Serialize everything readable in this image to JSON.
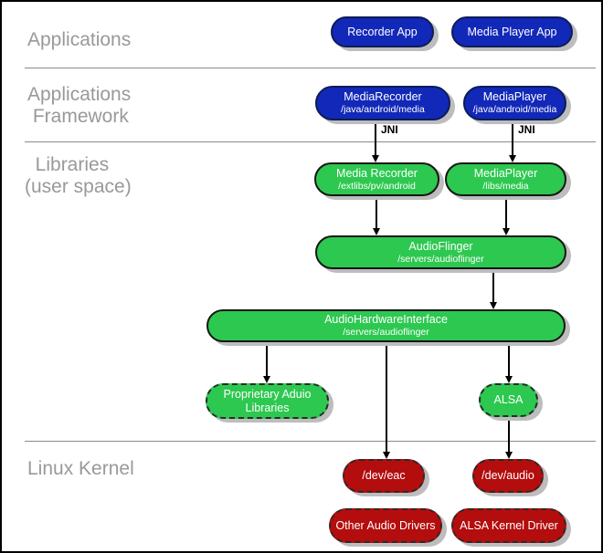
{
  "sections": [
    {
      "id": "applications",
      "lines": [
        "Applications",
        ""
      ]
    },
    {
      "id": "applications-framework",
      "lines": [
        "Applications",
        " Framework"
      ]
    },
    {
      "id": "libraries-user-space",
      "lines": [
        "  Libraries",
        "(user space)"
      ]
    },
    {
      "id": "linux-kernel",
      "lines": [
        "Linux Kernel",
        ""
      ]
    }
  ],
  "nodes": [
    {
      "id": "recorder-app",
      "label": "Recorder App",
      "sublabel": ""
    },
    {
      "id": "media-player-app",
      "label": "Media Player App",
      "sublabel": ""
    },
    {
      "id": "media-recorder-framework",
      "label": "MediaRecorder",
      "sublabel": "/java/android/media"
    },
    {
      "id": "media-player-framework",
      "label": "MediaPlayer",
      "sublabel": "/java/android/media"
    },
    {
      "id": "media-recorder-lib",
      "label": "Media Recorder",
      "sublabel": "/extlibs/pv/android"
    },
    {
      "id": "media-player-lib",
      "label": "MediaPlayer",
      "sublabel": "/libs/media"
    },
    {
      "id": "audioflinger",
      "label": "AudioFlinger",
      "sublabel": "/servers/audioflinger"
    },
    {
      "id": "audio-hardware-interface",
      "label": "AudioHardwareInterface",
      "sublabel": "/servers/audioflinger"
    },
    {
      "id": "proprietary-audio-libraries",
      "label": "Proprietary Aduio Libraries",
      "sublabel": ""
    },
    {
      "id": "alsa",
      "label": "ALSA",
      "sublabel": ""
    },
    {
      "id": "dev-eac",
      "label": "/dev/eac",
      "sublabel": ""
    },
    {
      "id": "dev-audio",
      "label": "/dev/audio",
      "sublabel": ""
    },
    {
      "id": "other-audio-drivers",
      "label": "Other Audio Drivers",
      "sublabel": ""
    },
    {
      "id": "alsa-kernel-driver",
      "label": "ALSA Kernel Driver",
      "sublabel": ""
    }
  ],
  "edges": [
    {
      "id": "jni-left",
      "label": "JNI"
    },
    {
      "id": "jni-right",
      "label": "JNI"
    },
    {
      "id": "mediarecorder-to-audioflinger",
      "label": ""
    },
    {
      "id": "mediaplayer-to-audioflinger",
      "label": ""
    },
    {
      "id": "audioflinger-to-ahi",
      "label": ""
    },
    {
      "id": "ahi-to-proprietary",
      "label": ""
    },
    {
      "id": "ahi-to-dev-eac",
      "label": ""
    },
    {
      "id": "ahi-to-alsa",
      "label": ""
    },
    {
      "id": "alsa-to-dev-audio",
      "label": ""
    }
  ],
  "colors": {
    "blue_fill": "#1228b8",
    "green_fill": "#2dc850",
    "red_fill": "#b30d0d",
    "pill_text": "#ffffff",
    "shadow": "#bdbdbd",
    "section_label": "#999999",
    "divider": "#8a8a8a",
    "arrow": "#000000"
  }
}
